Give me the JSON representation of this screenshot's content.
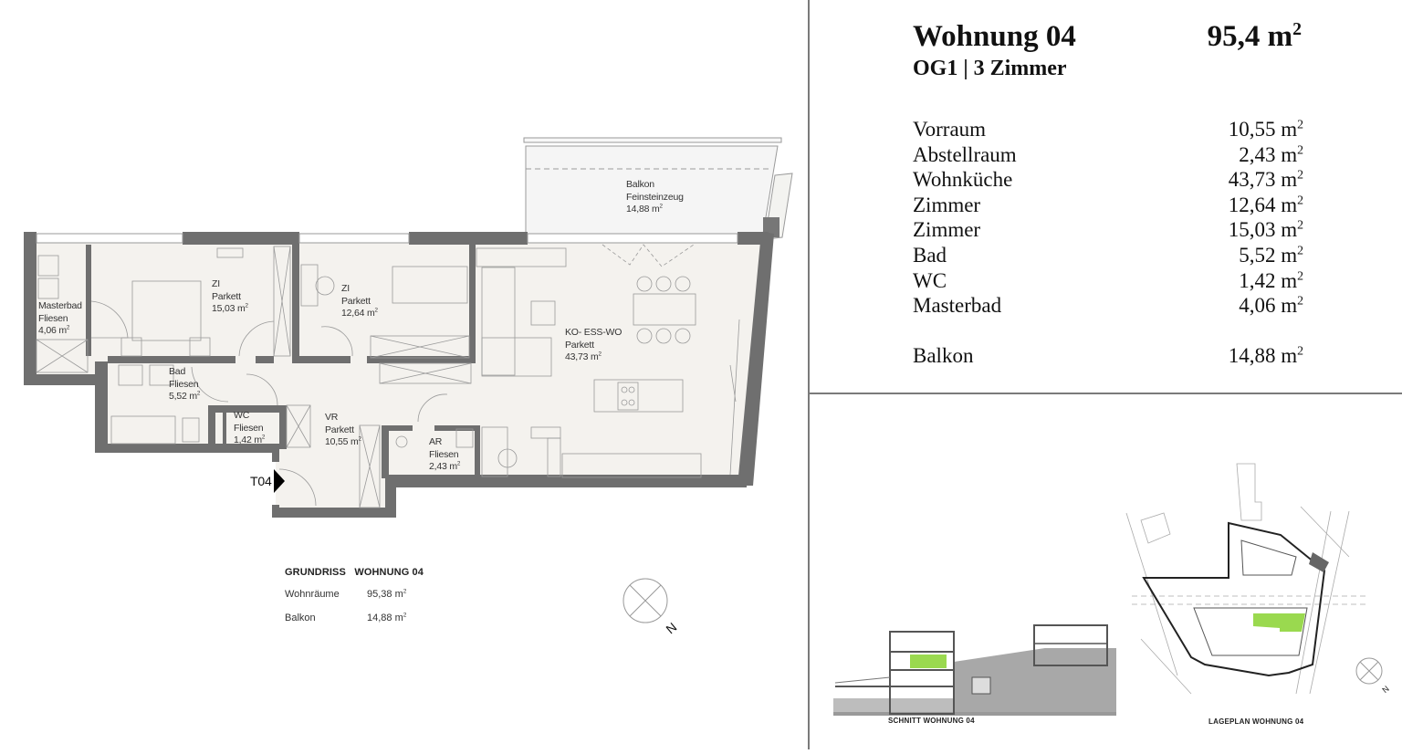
{
  "header": {
    "title": "Wohnung 04",
    "total_area": "95,4 m",
    "total_area_unit_sup": "2",
    "subtitle": "OG1 | 3 Zimmer"
  },
  "room_list": [
    {
      "name": "Vorraum",
      "area": "10,55 m"
    },
    {
      "name": "Abstellraum",
      "area": "2,43 m"
    },
    {
      "name": "Wohnküche",
      "area": "43,73 m"
    },
    {
      "name": "Zimmer",
      "area": "12,64 m"
    },
    {
      "name": "Zimmer",
      "area": "15,03 m"
    },
    {
      "name": "Bad",
      "area": "5,52 m"
    },
    {
      "name": "WC",
      "area": "1,42 m"
    },
    {
      "name": "Masterbad",
      "area": "4,06 m"
    }
  ],
  "balcony_row": {
    "name": "Balkon",
    "area": "14,88 m"
  },
  "sup2": "2",
  "floor_plan": {
    "rooms": {
      "balkon": {
        "name": "Balkon",
        "material": "Feinsteinzeug",
        "area": "14,88 m"
      },
      "masterbad": {
        "name": "Masterbad",
        "material": "Fliesen",
        "area": "4,06 m"
      },
      "zi1": {
        "name": "ZI",
        "material": "Parkett",
        "area": "15,03 m"
      },
      "zi2": {
        "name": "ZI",
        "material": "Parkett",
        "area": "12,64 m"
      },
      "ko": {
        "name": "KO- ESS-WO",
        "material": "Parkett",
        "area": "43,73 m"
      },
      "bad": {
        "name": "Bad",
        "material": "Fliesen",
        "area": "5,52 m"
      },
      "wc": {
        "name": "WC",
        "material": "Fliesen",
        "area": "1,42 m"
      },
      "vr": {
        "name": "VR",
        "material": "Parkett",
        "area": "10,55 m"
      },
      "ar": {
        "name": "AR",
        "material": "Fliesen",
        "area": "2,43 m"
      }
    },
    "entrance_label": "T04",
    "north_label": "N"
  },
  "legend": {
    "title_a": "GRUNDRISS",
    "title_b": "WOHNUNG 04",
    "rows": [
      {
        "label": "Wohnräume",
        "value": "95,38 m"
      },
      {
        "label": "Balkon",
        "value": "14,88 m"
      }
    ]
  },
  "section_caption": "SCHNITT   WOHNUNG 04",
  "site_caption": "LAGEPLAN   WOHNUNG 04",
  "colors": {
    "wall": "#6f6f6f",
    "floor": "#f4f2ee",
    "highlight": "#9ad94f",
    "divider": "#7a7a7a"
  }
}
